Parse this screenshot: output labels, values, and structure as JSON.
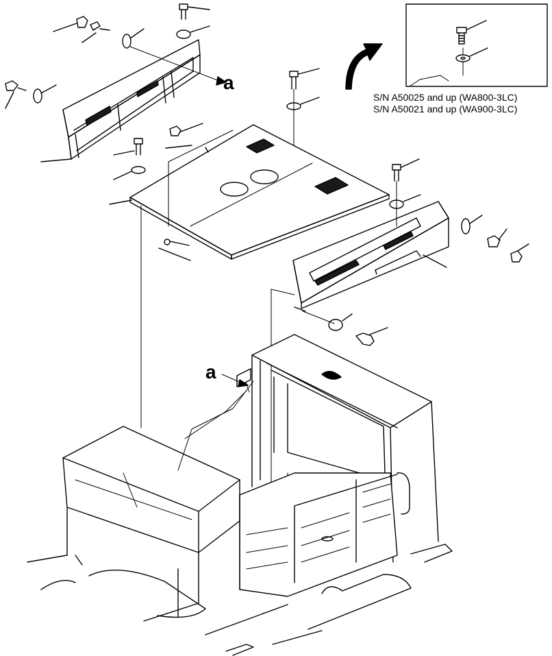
{
  "callouts": {
    "upper_letter": "a",
    "lower_letter": "a"
  },
  "inset": {
    "serial_lines": [
      "S/N A50025 and up (WA800-3LC)",
      "S/N A50021 and up (WA900-3LC)"
    ]
  }
}
